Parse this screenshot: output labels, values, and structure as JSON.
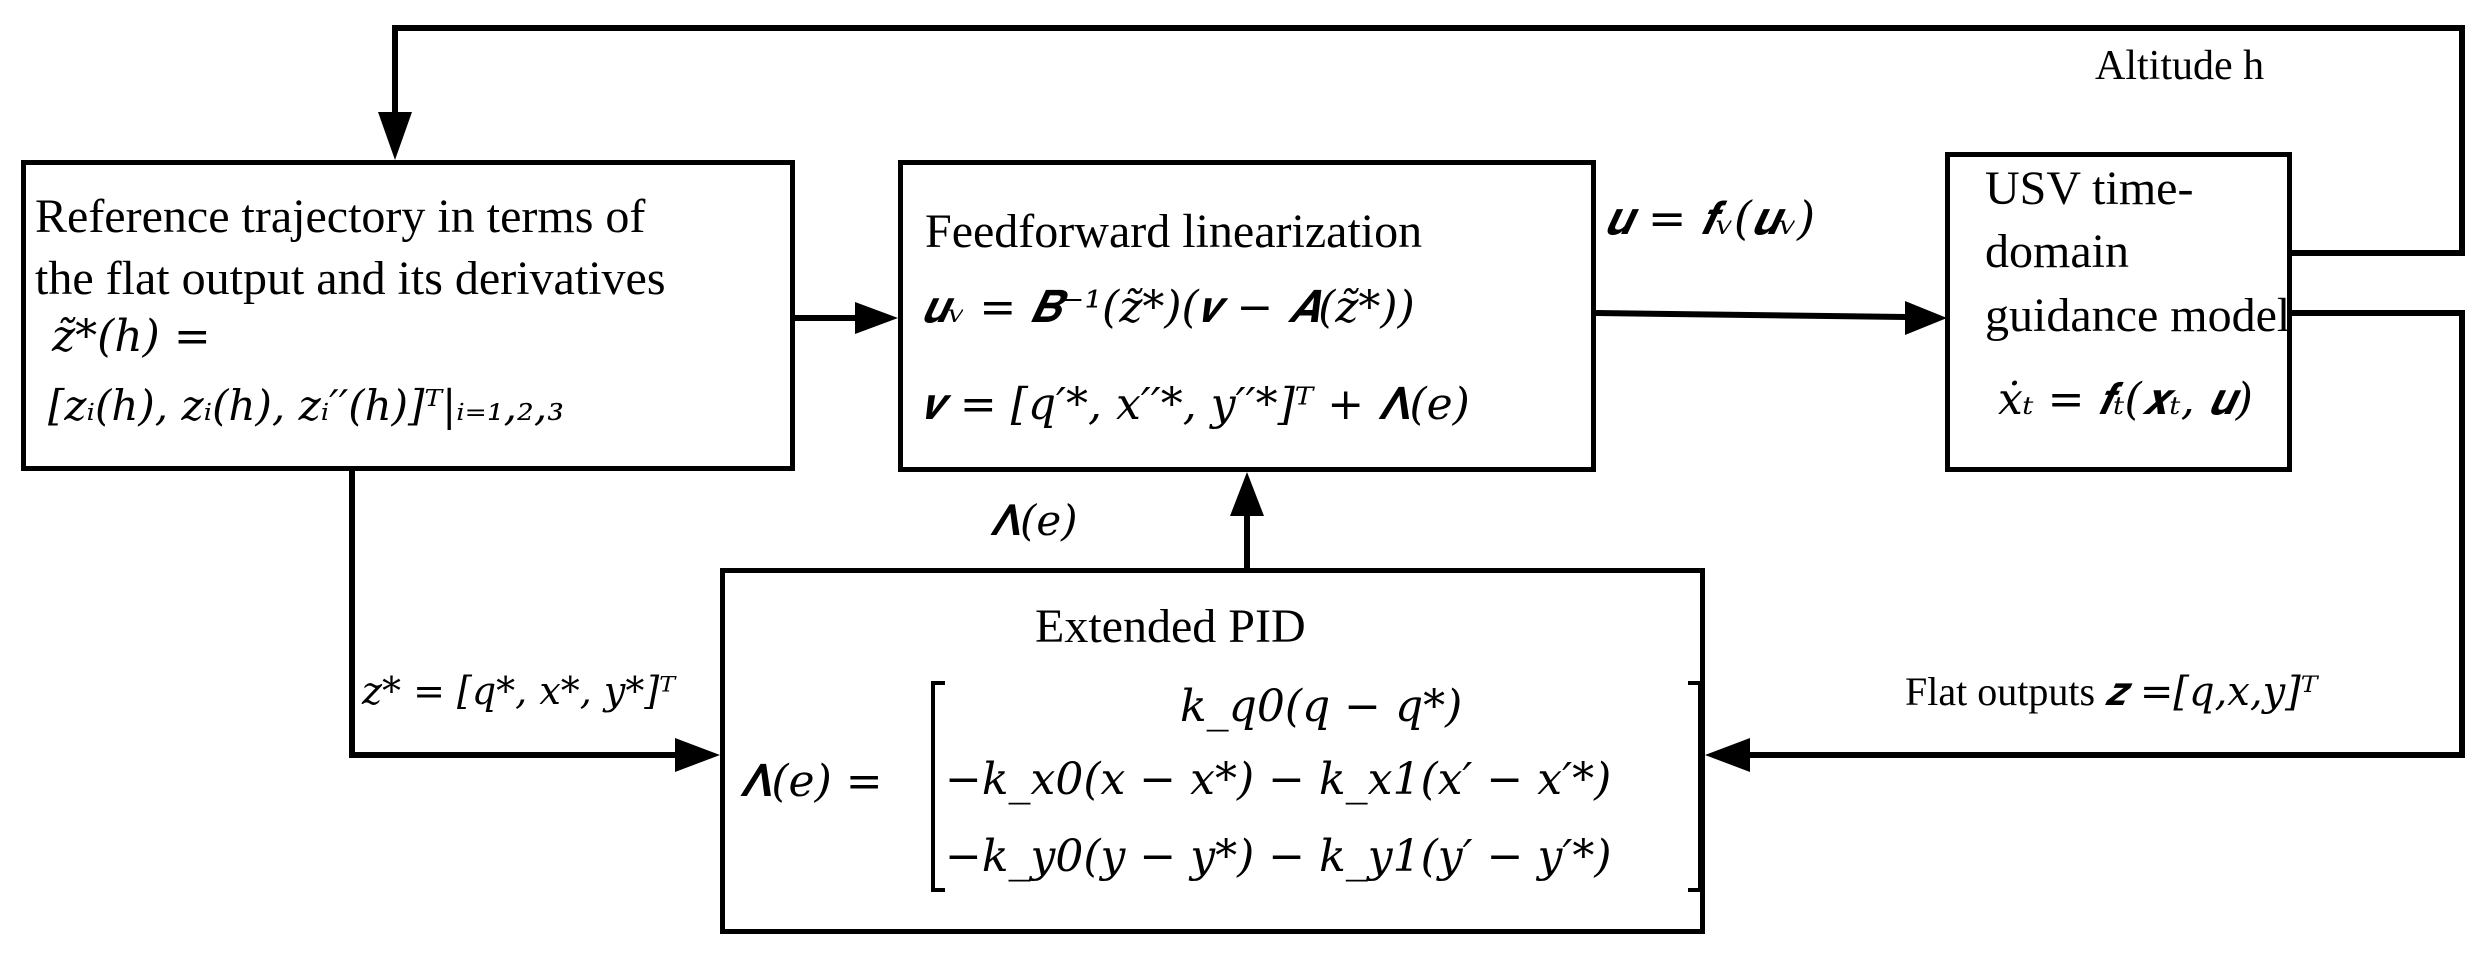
{
  "reference_block": {
    "line1": "Reference trajectory in terms of",
    "line2": "the flat output and its derivatives",
    "eq1": "z̃*(h) =",
    "eq2": "[zᵢ(h), zᵢ(h), zᵢ′′(h)]ᵀ|ᵢ₌₁,₂,₃"
  },
  "feedforward_block": {
    "title": "Feedforward linearization",
    "eq1": "𝒖ᵥ = 𝑩⁻¹(z̃*)(𝒗 − 𝑨(z̃*))",
    "eq2": "𝒗  = [q′*, x′′*, y′′*]ᵀ + 𝚲(e)"
  },
  "usv_block": {
    "line1": "USV time-",
    "line2": "domain",
    "line3": "guidance model",
    "eq": "ẋₜ = 𝒇ₜ(𝒙ₜ, 𝒖)"
  },
  "pid_block": {
    "title": "Extended PID",
    "lhs": "𝚲(e) =",
    "row1": "k_q0(q − q*)",
    "row2": "−k_x0(x − x*) − k_x1(x′ − x′*)",
    "row3": "−k_y0(y − y*) − k_y1(y′ − y′*)"
  },
  "labels": {
    "control_output": "𝒖 = 𝒇ᵥ(𝒖ᵥ)",
    "altitude": "Altitude h",
    "lambda_feedback": "𝚲(e)",
    "z_star": "z* = [q*, x*, y*]ᵀ",
    "flat_outputs_text": "Flat outputs ",
    "flat_outputs_eq": "𝒛 =[q,x,y]ᵀ"
  }
}
